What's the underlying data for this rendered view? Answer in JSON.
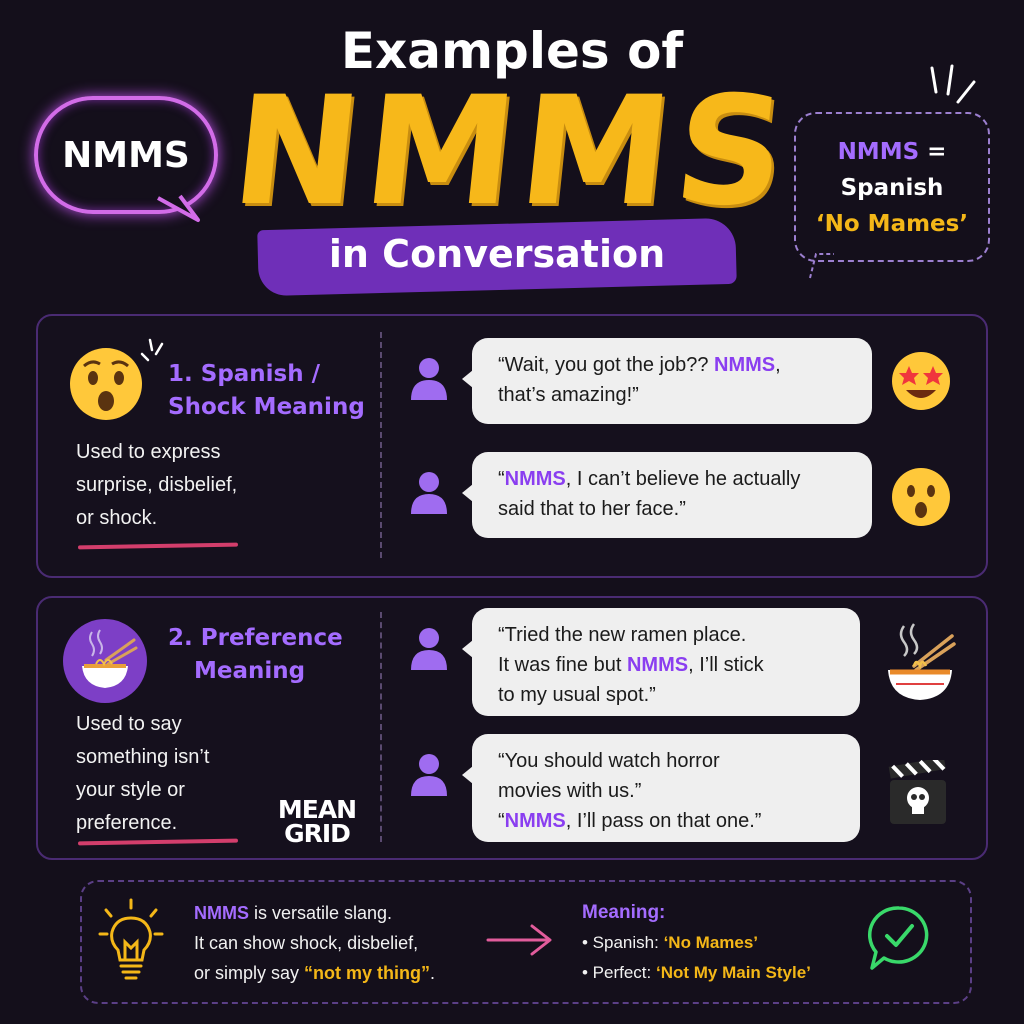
{
  "header": {
    "line1": "Examples of",
    "big": "NMMS",
    "line3": "in Conversation"
  },
  "bubble_left": {
    "text": "NMMS"
  },
  "note_right": {
    "part1": "NMMS",
    "part2": " =",
    "line2": "Spanish",
    "line3": "‘No Mames’"
  },
  "section1": {
    "title_line1": "1. Spanish /",
    "title_line2": "Shock Meaning",
    "desc": [
      "Used to express",
      "surprise, disbelief,",
      "or shock."
    ],
    "messages": [
      {
        "pre": "“Wait, you got the job?? ",
        "hl": "NMMS",
        "post": ",",
        "line2": "that’s amazing!”",
        "emoji": "star-struck-emoji"
      },
      {
        "pre": "“",
        "hl": "NMMS",
        "post": ", I can’t believe he actually",
        "line2": "said that to her face.”",
        "emoji": "surprised-emoji"
      }
    ]
  },
  "section2": {
    "title_line1": "2. Preference",
    "title_line2": "Meaning",
    "desc": [
      "Used to say",
      "something isn’t",
      "your style or",
      "preference."
    ],
    "messages": [
      {
        "line1": "“Tried the new ramen place.",
        "pre": "It was fine but ",
        "hl": "NMMS",
        "post": ", I’ll stick",
        "line3": "to my usual spot.”",
        "emoji": "ramen-emoji"
      },
      {
        "line1": "“You should watch horror",
        "line2": "movies with us.”",
        "pre": "“",
        "hl": "NMMS",
        "post": ", I’ll pass on that one.”",
        "emoji": "clapperboard-skull-emoji"
      }
    ]
  },
  "logo": {
    "line1": "MEAN",
    "line2": "GRID"
  },
  "footer": {
    "hl": "NMMS",
    "line1_rest": " is versatile slang.",
    "line2": "It can show shock, disbelief,",
    "line3_pre": "or simply say ",
    "line3_hl": "“not my thing”",
    "line3_post": ".",
    "meaning_title": "Meaning:",
    "meanings": [
      {
        "label": "• Spanish: ",
        "value": "‘No Mames’"
      },
      {
        "label": "• Perfect: ",
        "value": "‘Not My Main Style’"
      }
    ]
  },
  "colors": {
    "background": "#140f1b",
    "accent_purple": "#a46cff",
    "accent_yellow": "#f4b718",
    "card_border": "#4a2b73",
    "check_green": "#39d96a"
  }
}
